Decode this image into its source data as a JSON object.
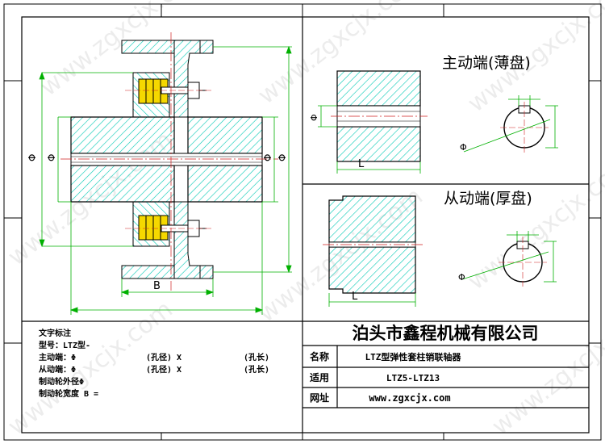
{
  "company": "泊头市鑫程机械有限公司",
  "drive_end_title": "主动端(薄盘)",
  "driven_end_title": "从动端(厚盘)",
  "dimension_symbols": {
    "diameter": "Φ",
    "length": "L",
    "width": "B"
  },
  "notes": {
    "title": "文字标注",
    "model": "型号：LTZ型-",
    "drive_end": {
      "label": "主动端：Φ",
      "bore": "(孔径) X",
      "length": "(孔长)"
    },
    "driven_end": {
      "label": "从动端：Φ",
      "bore": "(孔径) X",
      "length": "(孔长)"
    },
    "brake_diameter": "制动轮外径Φ",
    "brake_width": "制动轮宽度 B ="
  },
  "title_block": {
    "rows": [
      {
        "label": "名称",
        "value": "LTZ型弹性套柱销联轴器"
      },
      {
        "label": "适用",
        "value": "LTZ5-LTZ13"
      },
      {
        "label": "网址",
        "value": "www.zgxcjx.com"
      }
    ]
  },
  "watermark": "www.zgxcjx.com",
  "colors": {
    "line": "#000000",
    "hatch": "#00c8b4",
    "dimension": "#00b000",
    "pin_yellow": "#f5d800",
    "centerline": "#d02020"
  }
}
